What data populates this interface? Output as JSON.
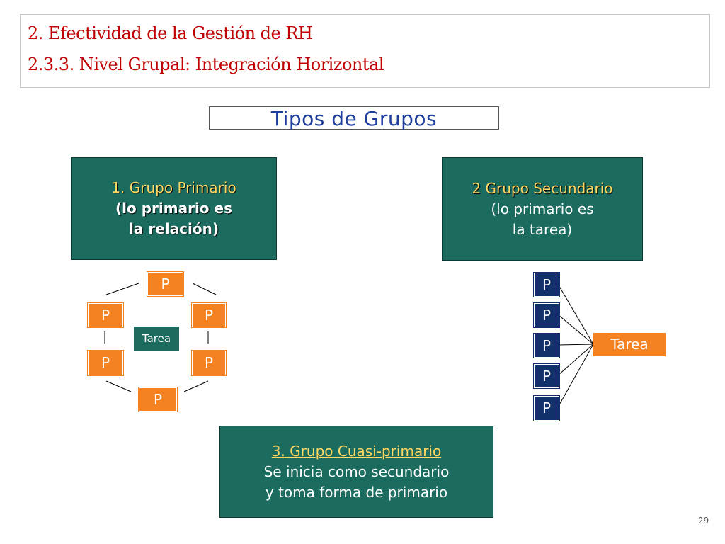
{
  "header": {
    "line1": "2. Efectividad de la Gestión de RH",
    "line2": "2.3.3. Nivel Grupal: Integración Horizontal"
  },
  "title": "Tipos de Grupos",
  "group1": {
    "line1": "1. Grupo Primario",
    "line2": "(lo primario es",
    "line3": "la relación)"
  },
  "group2": {
    "line1": "2 Grupo Secundario",
    "line2": "(lo primario es",
    "line3": "la tarea)"
  },
  "group3": {
    "line1": "3. Grupo Cuasi-primario",
    "line2": "Se inicia como secundario",
    "line3": "y toma forma de primario"
  },
  "primary_diagram": {
    "node_label": "P",
    "center_label": "Tarea"
  },
  "secondary_diagram": {
    "node_label": "P",
    "task_label": "Tarea"
  },
  "page_number": "29",
  "colors": {
    "header_text": "#c00000",
    "title_text": "#1f3d9c",
    "teal_box": "#1b6b5e",
    "orange_node": "#f58220",
    "navy_node": "#12306a",
    "highlight_text": "#ffd966"
  }
}
